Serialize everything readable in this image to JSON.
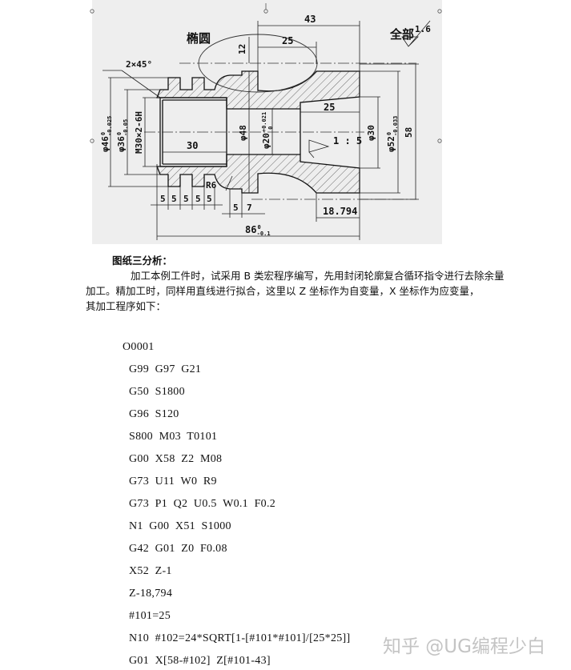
{
  "drawing": {
    "ellipse_label": "椭圆",
    "surface_label": "全部",
    "roughness": "1.6",
    "chamfer": "2×45°",
    "dim_43": "43",
    "dim_25_top": "25",
    "dim_12": "12",
    "dim_25_cone": "25",
    "taper": "1 : 5",
    "dim_30_thread_len": "30",
    "dim_phi46": "φ46",
    "dim_phi46_tol_upper": "0",
    "dim_phi46_tol_lower": "-0.025",
    "dim_phi36": "φ36",
    "dim_phi36_tol_upper": "0",
    "dim_phi36_tol_lower": "-0.05",
    "thread": "M30×2-6H",
    "dim_phi48": "φ48",
    "dim_phi20": "φ20",
    "dim_phi20_tol_upper": "+0.021",
    "dim_phi20_tol_lower": "0",
    "dim_phi30": "φ30",
    "dim_phi52": "φ52",
    "dim_phi52_tol_upper": "0",
    "dim_phi52_tol_lower": "-0.033",
    "dim_58": "58",
    "radius": "R6",
    "groove_dims": [
      "5",
      "5",
      "5",
      "5",
      "5"
    ],
    "dim_5": "5",
    "dim_7": "7",
    "dim_18794": "18.794",
    "dim_86": "86",
    "dim_86_tol_upper": "0",
    "dim_86_tol_lower": "-0.1"
  },
  "analysis": {
    "heading": "图纸三分析：",
    "lines": [
      "加工本例工件时，试采用 B 类宏程序编写，先用封闭轮廓复合循环指令进行去除余量",
      "加工。精加工时，同样用直线进行拟合，这里以 Z 坐标作为自变量，X 坐标作为应变量，",
      "其加工程序如下："
    ]
  },
  "program": {
    "lines": [
      "O0001",
      "G99  G97  G21",
      "G50  S1800",
      "G96  S120",
      "S800  M03  T0101",
      "G00  X58  Z2  M08",
      "G73  U11  W0  R9",
      "G73  P1  Q2  U0.5  W0.1  F0.2",
      "N1  G00  X51  S1000",
      "G42  G01  Z0  F0.08",
      "X52  Z-1",
      "Z-18,794",
      "#101=25",
      "N10  #102=24*SQRT[1-[#101*#101]/[25*25]]",
      "G01  X[58-#102]  Z[#101-43]"
    ]
  },
  "watermark": "知乎 @UG编程少白"
}
